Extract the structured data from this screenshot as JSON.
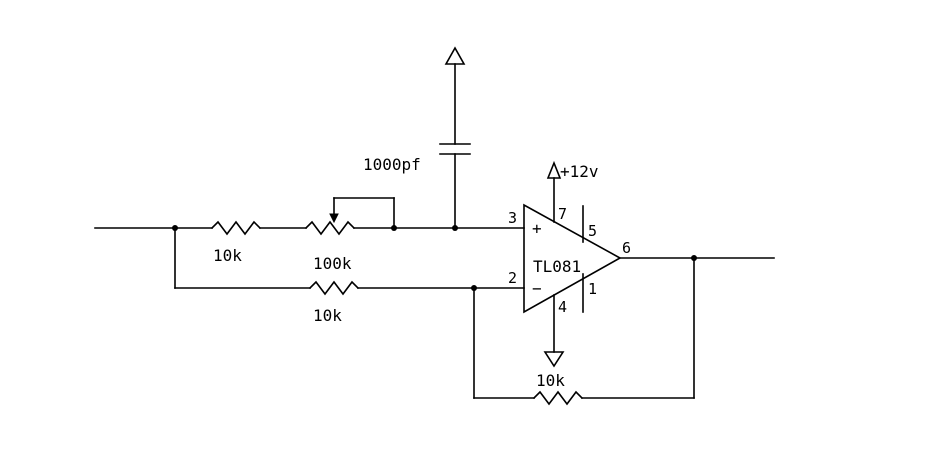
{
  "components": {
    "r_input": {
      "value": "10k"
    },
    "potentiometer": {
      "value": "100k"
    },
    "r_lower": {
      "value": "10k"
    },
    "r_feedback": {
      "value": "10k"
    },
    "capacitor": {
      "value": "1000pf"
    },
    "supply": {
      "label": "+12v"
    },
    "opamp": {
      "part": "TL081",
      "pin_noninv": "3",
      "pin_inv": "2",
      "pin_vplus": "7",
      "pin_offset_top": "5",
      "pin_output": "6",
      "pin_vminus": "4",
      "pin_offset_bottom": "1",
      "plus_sign": "+",
      "minus_sign": "−"
    }
  }
}
